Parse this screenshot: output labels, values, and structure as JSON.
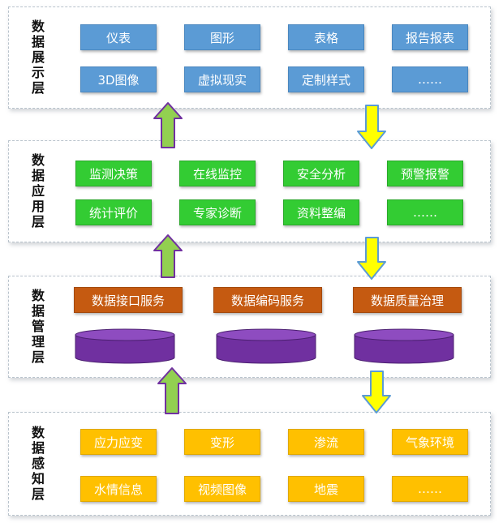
{
  "layers": [
    {
      "name": "数据展示层",
      "color": "#5b9bd5",
      "items": [
        "仪表",
        "图形",
        "表格",
        "报告报表",
        "3D图像",
        "虚拟现实",
        "定制样式",
        "……"
      ]
    },
    {
      "name": "数据应用层",
      "color": "#33cc33",
      "items": [
        "监测决策",
        "在线监控",
        "安全分析",
        "预警报警",
        "统计评价",
        "专家诊断",
        "资料整编",
        "……"
      ]
    },
    {
      "name": "数据管理层",
      "color": "#c55a11",
      "items": [
        "数据接口服务",
        "数据编码服务",
        "数据质量治理"
      ],
      "database_count": 3,
      "database_color": "#7030a0"
    },
    {
      "name": "数据感知层",
      "color": "#ffc000",
      "items": [
        "应力应变",
        "变形",
        "渗流",
        "气象环境",
        "水情信息",
        "视频图像",
        "地震",
        "……"
      ]
    }
  ],
  "arrows": {
    "up_color": "#92d050",
    "down_color": "#ffff00"
  }
}
